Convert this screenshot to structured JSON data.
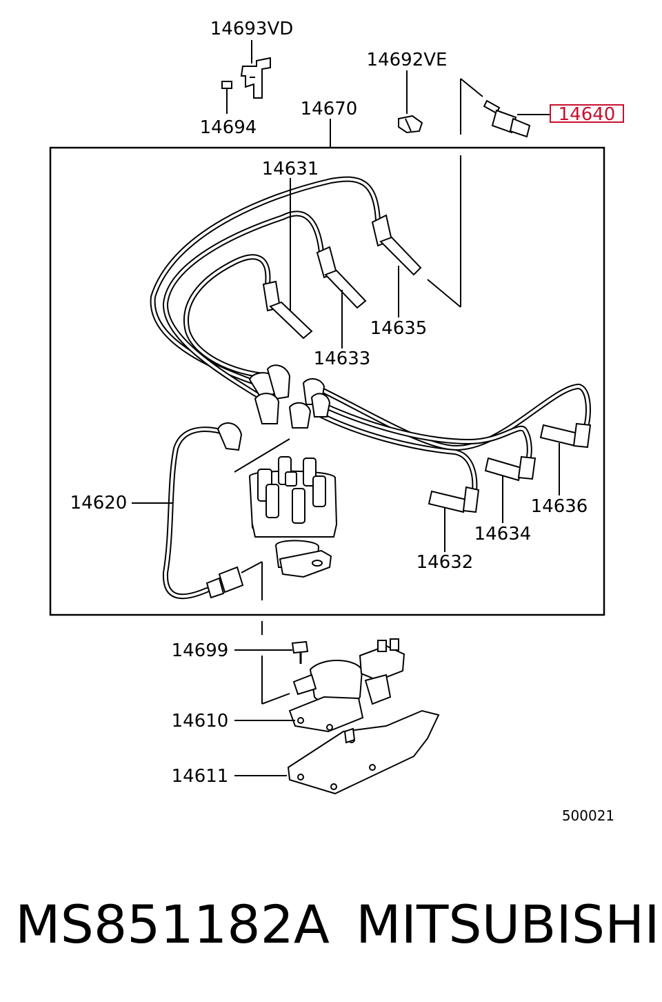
{
  "labels": {
    "p14693vd": "14693VD",
    "p14694": "14694",
    "p14692ve": "14692VE",
    "p14670": "14670",
    "p14640": "14640",
    "p14631": "14631",
    "p14633": "14633",
    "p14635": "14635",
    "p14620": "14620",
    "p14636": "14636",
    "p14634": "14634",
    "p14632": "14632",
    "p14699": "14699",
    "p14610": "14610",
    "p14611": "14611"
  },
  "diagram_code": "500021",
  "footer": {
    "part_number": "MS851182A",
    "brand": "MITSUBISHI"
  },
  "highlight_color": "#c8102e"
}
